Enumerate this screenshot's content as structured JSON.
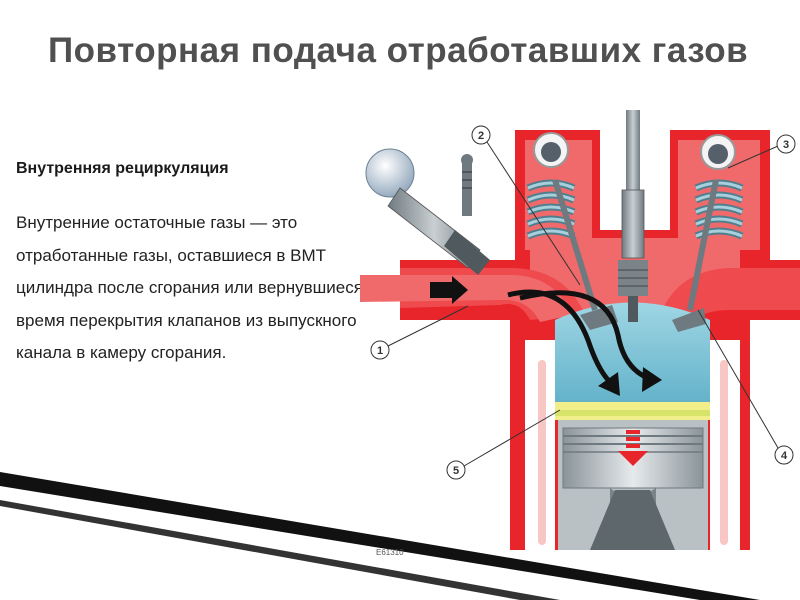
{
  "slide": {
    "title": "Повторная подача отработавших газов",
    "subtitle": "Внутренняя рециркуляция",
    "body": "Внутренние остаточные газы — это отработанные газы, оставшиеся в ВМТ цилиндра после сгорания или вернувшиеся во время перекрытия клапанов из выпускного канала в камеру сгорания."
  },
  "diagram": {
    "code": "E61310",
    "callouts": [
      "1",
      "2",
      "3",
      "4",
      "5"
    ]
  },
  "colors": {
    "title": "#505050",
    "block_red": "#e8252a",
    "gas_blue": "#7cc4d8",
    "fresh_yellow": "#f2ee8a",
    "metal_grey": "#9aa3a8"
  }
}
